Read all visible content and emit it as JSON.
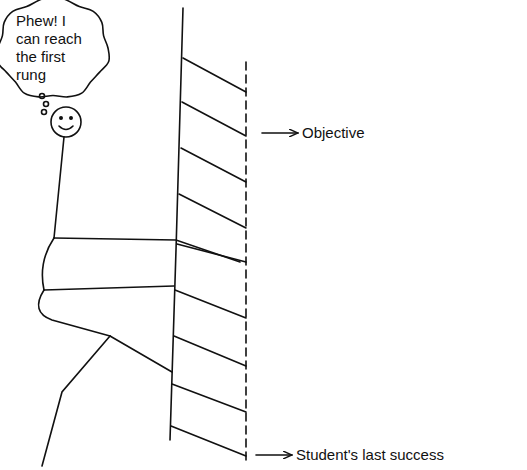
{
  "diagram": {
    "nodes": [
      {
        "text": [
          "Phew! I can reach the first rung"
        ]
      }
    ],
    "labels": [
      "Objective",
      "Student's last success"
    ]
  }
}
